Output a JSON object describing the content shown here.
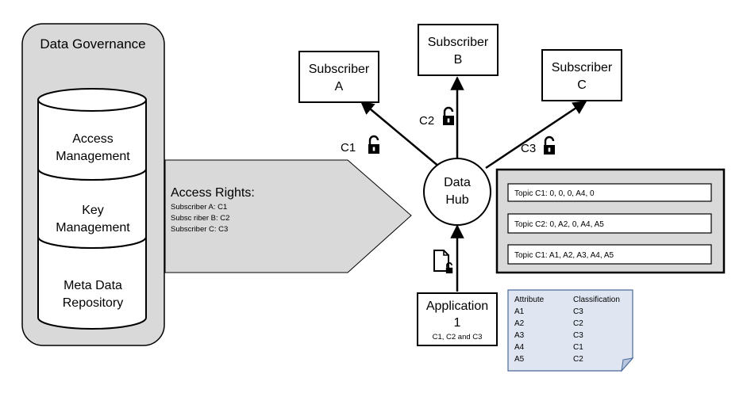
{
  "governance": {
    "title": "Data Governance",
    "components": [
      {
        "line1": "Access",
        "line2": "Management"
      },
      {
        "line1": "Key",
        "line2": "Management"
      },
      {
        "line1": "Meta Data",
        "line2": "Repository"
      }
    ]
  },
  "access_rights": {
    "title": "Access Rights:",
    "lines": [
      "Subscriber A: C1",
      "Subsc riber B: C2",
      "Subscriber C: C3"
    ]
  },
  "hub": {
    "line1": "Data",
    "line2": "Hub"
  },
  "subscribers": [
    {
      "line1": "Subscriber",
      "line2": "A",
      "channel": "C1"
    },
    {
      "line1": "Subscriber",
      "line2": "B",
      "channel": "C2"
    },
    {
      "line1": "Subscriber",
      "line2": "C",
      "channel": "C3"
    }
  ],
  "topics": [
    "Topic C1: 0, 0, 0, A4, 0",
    "Topic C2: 0, A2, 0, A4, A5",
    "Topic C1: A1, A2, A3, A4, A5"
  ],
  "application": {
    "line1": "Application",
    "line2": "1",
    "sub": "C1, C2 and C3"
  },
  "classification": {
    "headers": [
      "Attribute",
      "Classification"
    ],
    "rows": [
      [
        "A1",
        "C3"
      ],
      [
        "A2",
        "C2"
      ],
      [
        "A3",
        "C3"
      ],
      [
        "A4",
        "C1"
      ],
      [
        "A5",
        "C2"
      ]
    ]
  },
  "icons": [
    "lock-icon",
    "locked-document-icon"
  ]
}
